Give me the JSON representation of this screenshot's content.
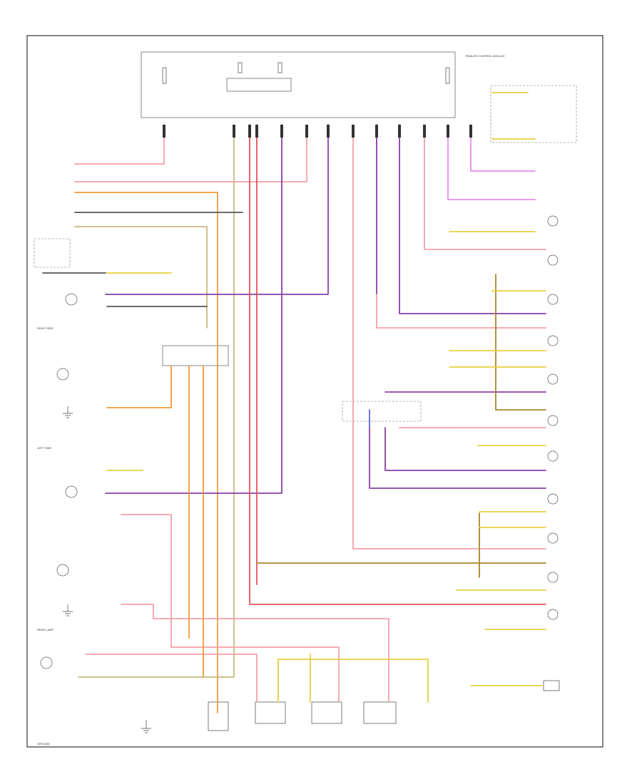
{
  "colors": {
    "pink": "#f7a0a8",
    "red": "#e8505a",
    "orange": "#f09a3c",
    "purple": "#8b3fa8",
    "violet": "#ea8cf0",
    "yellow": "#e8d040",
    "olive": "#a8862a",
    "tan": "#c8b880",
    "blue": "#5a6ae0",
    "black": "#333333"
  },
  "labels": {
    "trailer_module": "TRAILER CONTROL MODULE",
    "left_side": "LEFT SIDE",
    "right_side": "RIGHT SIDE",
    "rear_lamp": "REAR LAMP",
    "ground": "GROUND"
  }
}
